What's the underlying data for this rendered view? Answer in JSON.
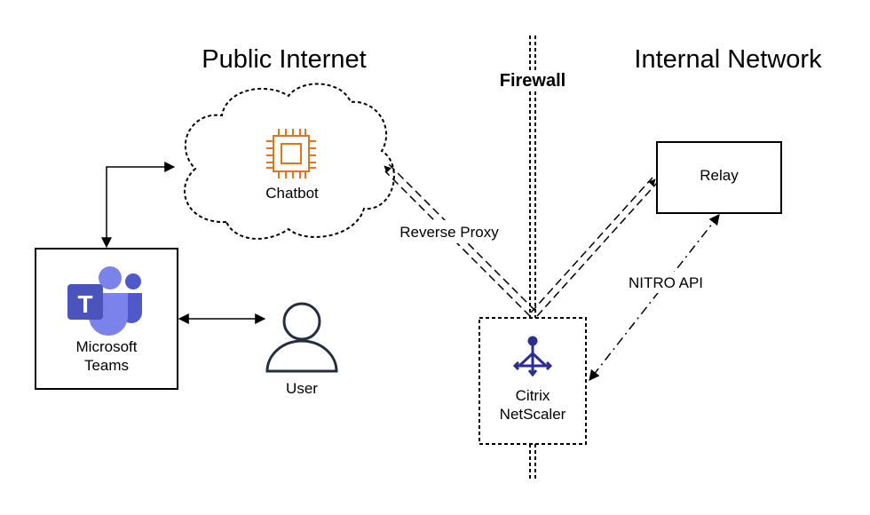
{
  "zones": {
    "left_title": "Public Internet",
    "right_title": "Internal Network"
  },
  "firewall": {
    "label": "Firewall"
  },
  "nodes": {
    "chatbot": {
      "label": "Chatbot",
      "icon": "chip-icon"
    },
    "teams": {
      "label_line1": "Microsoft",
      "label_line2": "Teams",
      "icon": "microsoft-teams-logo"
    },
    "user": {
      "label": "User",
      "icon": "user-icon"
    },
    "netscaler": {
      "label_line1": "Citrix",
      "label_line2": "NetScaler",
      "icon": "netscaler-icon"
    },
    "relay": {
      "label": "Relay"
    }
  },
  "edges": {
    "reverse_proxy": "Reverse Proxy",
    "nitro_api": "NITRO API"
  },
  "colors": {
    "chip": "#E8711C",
    "teams_dark": "#4B53BC",
    "teams_mid": "#5059C9",
    "teams_light": "#7B83EB",
    "user": "#232F3E",
    "netscaler": "#2A2F8C"
  }
}
